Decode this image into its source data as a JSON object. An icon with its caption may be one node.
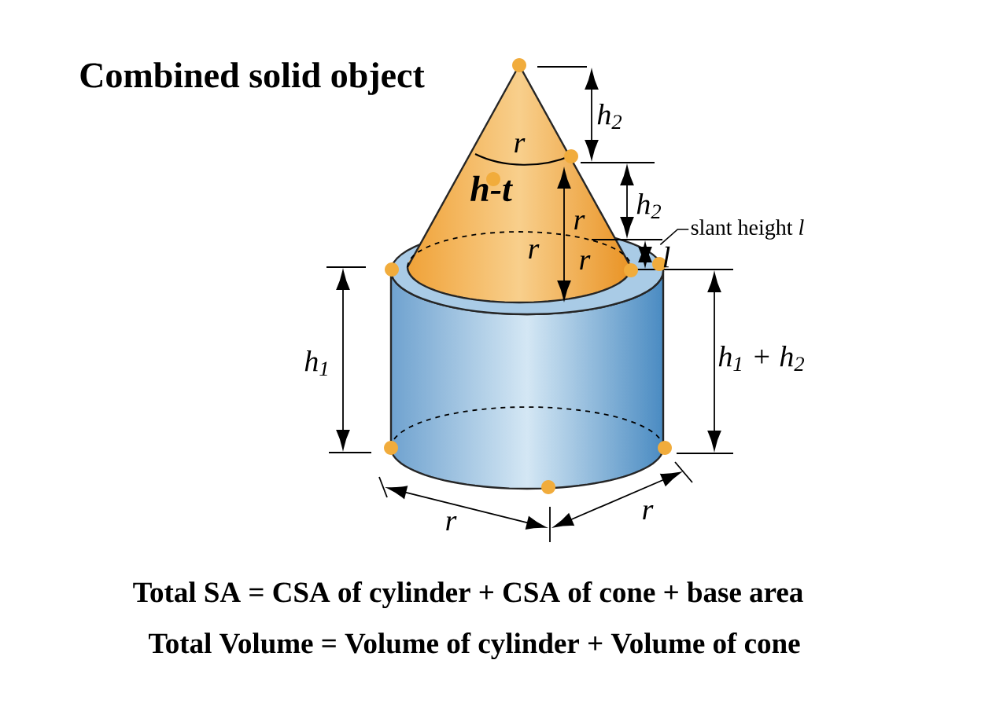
{
  "diagram": {
    "title": "Combined solid object",
    "nodes": [
      {
        "text": [
          "slant height *l*"
        ]
      },
      {
        "text": [
          "l"
        ]
      }
    ],
    "edges": [
      {
        "from": 0,
        "to": 1,
        "arrow": "none"
      }
    ],
    "labels": [
      "r",
      "h-t",
      "h$_{2}$",
      "h$_{2}$",
      "r",
      "r",
      "r",
      "h$_{1}$",
      "h$_{1}$ + h$_{2}$",
      "r",
      "r",
      "Total SA = CSA of cylinder + CSA of cone + base area",
      "Total Volume = Volume of cylinder + Volume of cone"
    ]
  }
}
